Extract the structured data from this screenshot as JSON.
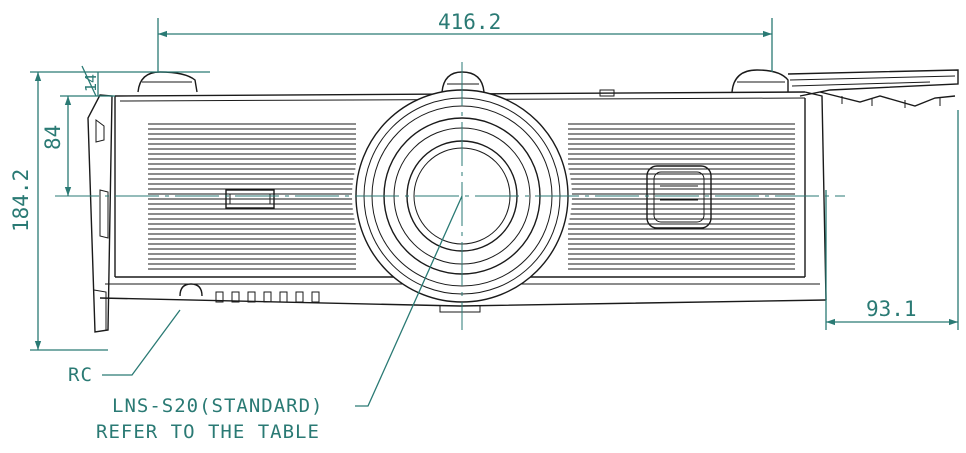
{
  "drawing": {
    "view": "front",
    "colors": {
      "dimension": "#2a7a74",
      "outline": "#1a1a1a",
      "background": "#ffffff"
    },
    "dimensions": {
      "overall_width": "416.2",
      "overall_height": "184.2",
      "lens_center_height": "84",
      "top_offset": "14",
      "lens_protrusion": "93.1"
    },
    "callouts": {
      "rc": "RC",
      "lens_line1": "LNS-S20(STANDARD)",
      "lens_line2": "REFER TO THE TABLE"
    }
  }
}
